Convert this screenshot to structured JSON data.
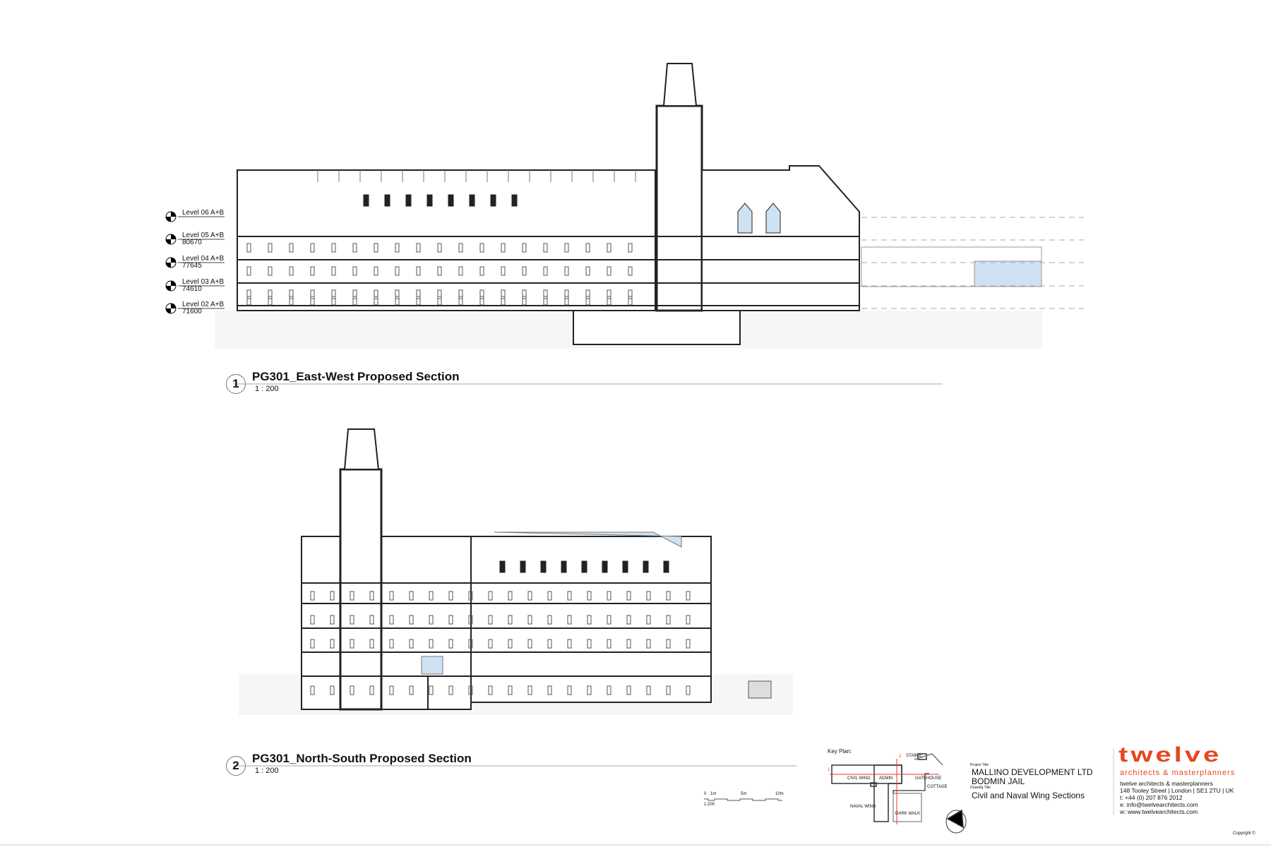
{
  "sections": [
    {
      "number": "1",
      "title": "PG301_East-West Proposed Section",
      "scale": "1 : 200",
      "levels": [
        {
          "name": "Level 06 A+B",
          "elevation": ""
        },
        {
          "name": "Level 05 A+B",
          "elevation": "80670"
        },
        {
          "name": "Level 04 A+B",
          "elevation": "77645"
        },
        {
          "name": "Level 03 A+B",
          "elevation": "74610"
        },
        {
          "name": "Level 02 A+B",
          "elevation": "71600"
        }
      ]
    },
    {
      "number": "2",
      "title": "PG301_North-South Proposed Section",
      "scale": "1 : 200"
    }
  ],
  "scale_bar": {
    "labels": [
      "0",
      "1m",
      "5m",
      "10m"
    ],
    "ratio": "1:200"
  },
  "key_plan": {
    "label": "Key Plan:",
    "areas": [
      "CIVIL WING",
      "ADMIN",
      "GATEHOUSE",
      "STABLE",
      "COTTAGE",
      "NAVAL WING",
      "DARK WALK"
    ],
    "section_marks": [
      "1",
      "2"
    ]
  },
  "title_block": {
    "project_title_label": "Project Title",
    "project_title_1": "MALLINO DEVELOPMENT LTD",
    "project_title_2": "BODMIN JAIL",
    "drawing_title_label": "Drawing Title",
    "drawing_title": "Civil and Naval Wing Sections"
  },
  "firm": {
    "logo": "twelve",
    "logo_sub": "architects & masterplanners",
    "name": "twelve architects & masterplanners",
    "address": "148 Tooley Street | London | SE1 2TU | UK",
    "phone": "t: +44 (0) 207 876 2012",
    "email": "e: info@twelvearchitects.com",
    "web": "w: www.twelvearchitects.com",
    "copyright": "Copyright ©"
  },
  "colors": {
    "brand": "#e8461e",
    "glazing": "#cfe2f3",
    "line": "#222222"
  }
}
